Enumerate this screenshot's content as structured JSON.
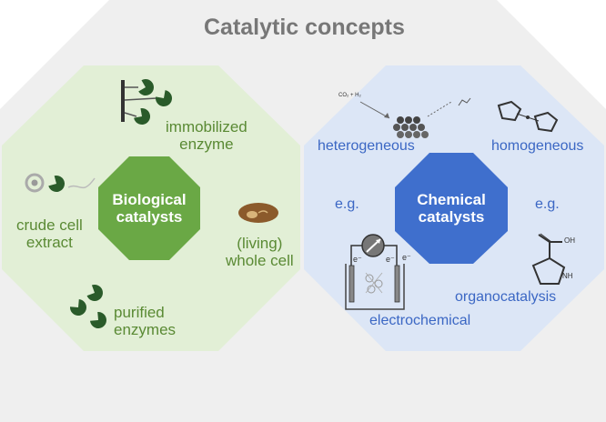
{
  "title": "Catalytic concepts",
  "biological": {
    "hub_line1": "Biological",
    "hub_line2": "catalysts",
    "immobilized_line1": "immobilized",
    "immobilized_line2": "enzyme",
    "crude_line1": "crude cell",
    "crude_line2": "extract",
    "living_line1": "(living)",
    "living_line2": "whole cell",
    "purified_line1": "purified",
    "purified_line2": "enzymes"
  },
  "chemical": {
    "hub_line1": "Chemical",
    "hub_line2": "catalysts",
    "heterogeneous": "heterogeneous",
    "homogeneous": "homogeneous",
    "eg_left": "e.g.",
    "eg_right": "e.g.",
    "organocatalysis": "organocatalysis",
    "electrochemical": "electrochemical",
    "reaction_reactant": "CO₂ + H₂",
    "cooh": "OH",
    "nh": "NH",
    "electron_left": "e⁻",
    "electron_mid": "e⁻",
    "electron_right": "e⁻"
  },
  "colors": {
    "outer_bg": "#efefef",
    "bio_panel": "#e2efd6",
    "bio_hub": "#6aa845",
    "bio_text": "#5a8a34",
    "chem_panel": "#dce6f6",
    "chem_hub": "#3f6fcd",
    "chem_text": "#3b67c4",
    "enzyme": "#2a5b2a"
  }
}
